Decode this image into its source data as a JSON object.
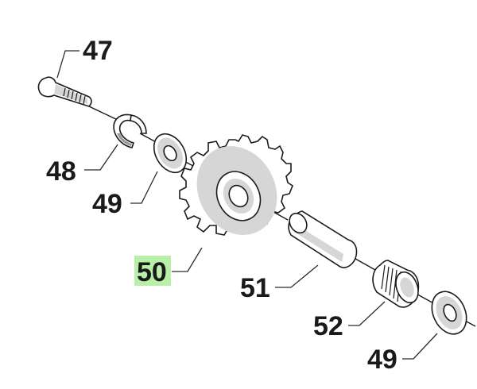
{
  "parts": [
    {
      "id": "p47",
      "number": "47"
    },
    {
      "id": "p48",
      "number": "48"
    },
    {
      "id": "p49a",
      "number": "49"
    },
    {
      "id": "p50",
      "number": "50",
      "highlighted": true
    },
    {
      "id": "p51",
      "number": "51"
    },
    {
      "id": "p52",
      "number": "52"
    },
    {
      "id": "p49b",
      "number": "49"
    }
  ],
  "colors": {
    "highlight": "#b8f0a8",
    "ink": "#1a1a1a",
    "shade": "#d6d6d6"
  }
}
